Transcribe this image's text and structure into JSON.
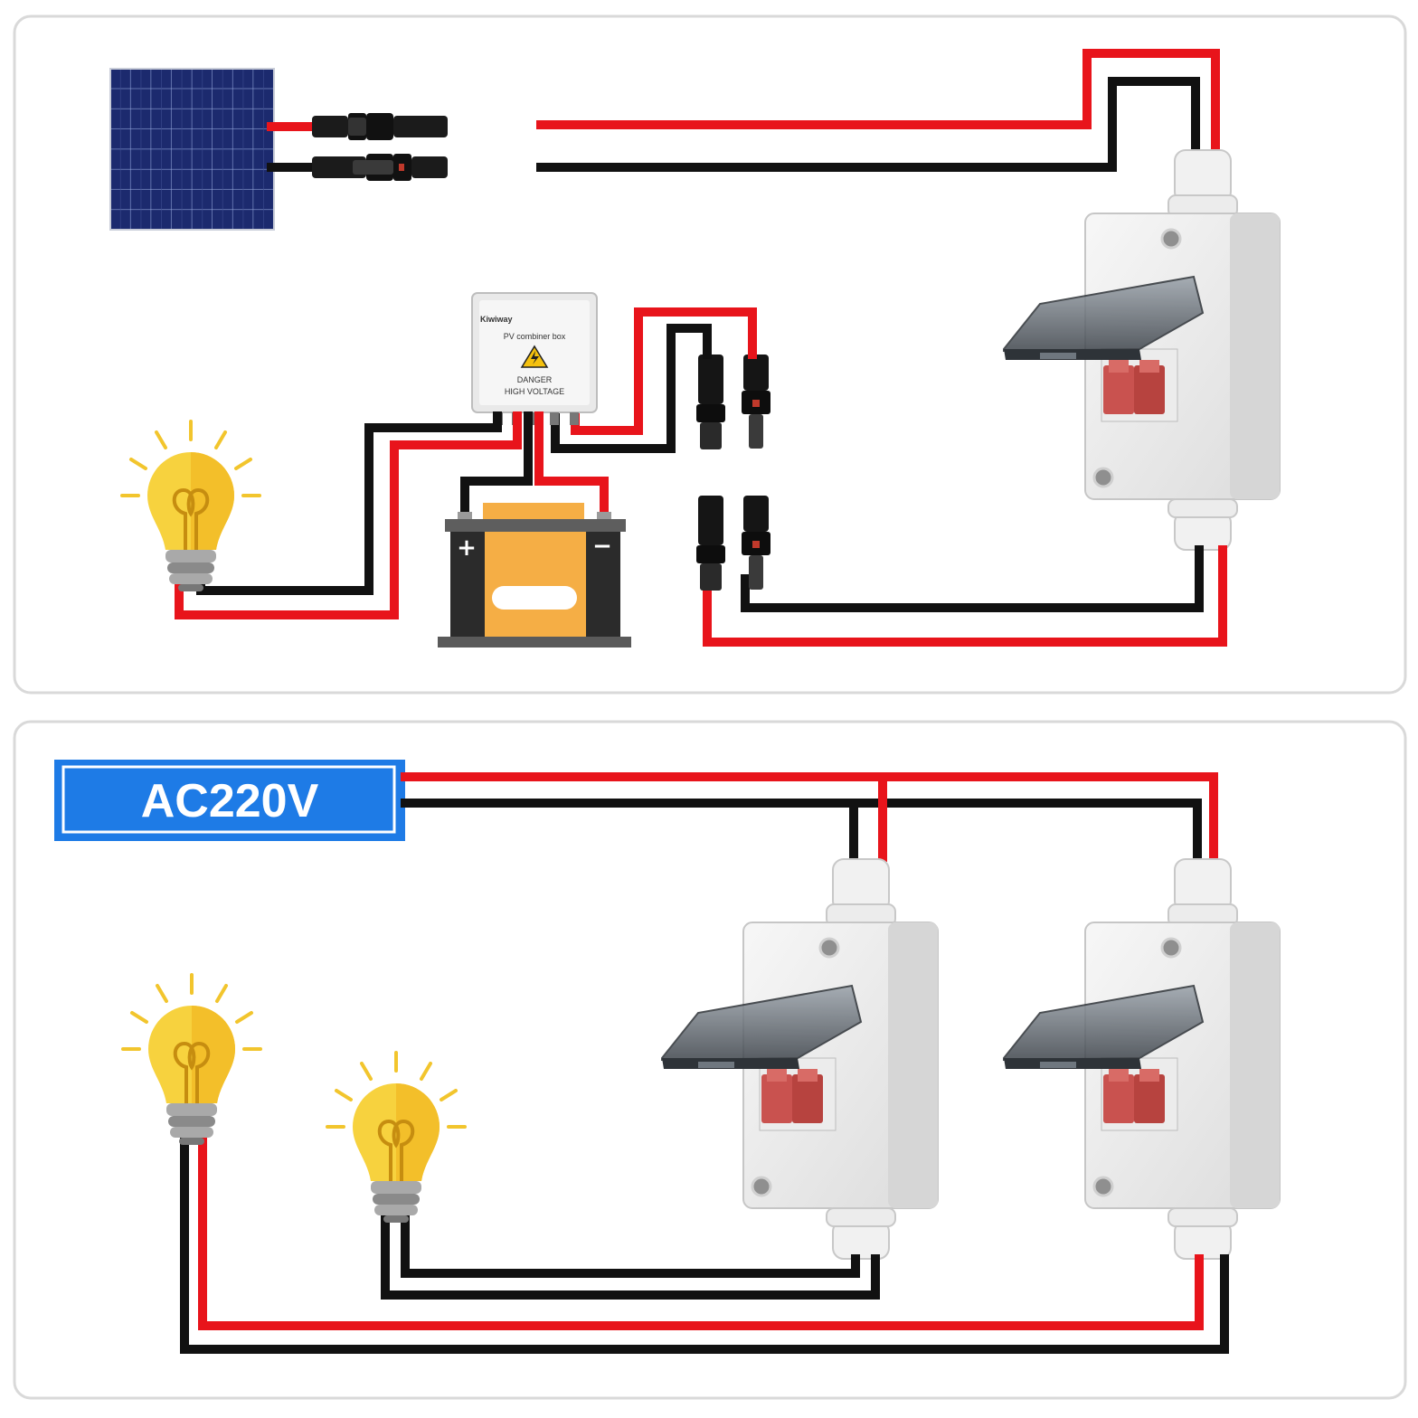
{
  "colors": {
    "positive_wire": "#e8141b",
    "negative_wire": "#111111",
    "label_blue": "#1e7be6",
    "panel_border": "#d9d9d9",
    "bulb_yellow": "#f7d23e",
    "battery_orange": "#f5ae45",
    "breaker_red": "#c9524f"
  },
  "combiner_box": {
    "brand": "Kiwiway",
    "title": "PV combiner box",
    "warning_line1": "DANGER",
    "warning_line2": "HIGH VOLTAGE"
  },
  "battery": {
    "positive_symbol": "+",
    "negative_symbol": "−"
  },
  "ac_panel": {
    "label": "AC220V"
  },
  "icons": [
    "solar-panel-icon",
    "mc4-connector-icon",
    "dc-isolator-switch-icon",
    "light-bulb-icon",
    "battery-icon",
    "warning-icon"
  ]
}
